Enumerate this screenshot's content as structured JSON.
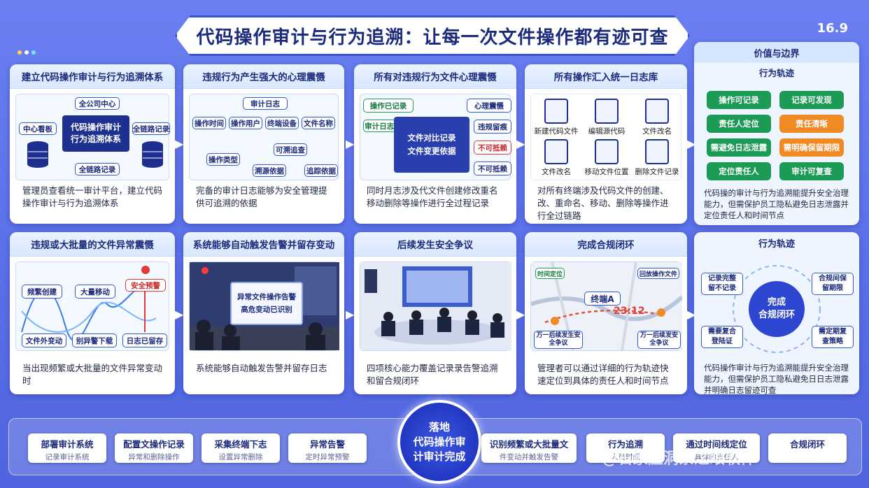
{
  "title": "代码操作审计与行为追溯：让每一次文件操作都有迹可查",
  "badge": "16.9",
  "cards": [
    {
      "title": "建立代码操作审计与行为追溯体系",
      "desc": "管理员查看统一审计平台，建立代码操作审计与行为追溯体系",
      "vis": {
        "center": "代码操作审计\n行为追溯体系",
        "top": "全公司中心",
        "left": "中心看板",
        "right": "全链路记录",
        "bottom": "全链路记录"
      }
    },
    {
      "title": "违规行为产生强大的心理震慑",
      "desc": "完备的审计日志能够为安全管理提供可追溯的依据",
      "vis": {
        "nodes": [
          "审计日志",
          "操作时间",
          "操作用户",
          "终端设备",
          "文件名称",
          "可溯追查",
          "操作类型",
          "溯源依据",
          "追踪依据"
        ]
      }
    },
    {
      "title": "所有对违规行为文件心理震慑",
      "desc": "同时月志涉及代文件创建修改重名移动删除等操作进行全过程记录",
      "vis": {
        "tag1": "操作已记录",
        "tag2": "审计日志已保存",
        "box": "文件对比记录\n文件变更依据",
        "r1": "心理震慑",
        "r2": "违规留痕",
        "r3": "不可抵赖",
        "r4": "不可抵赖"
      }
    },
    {
      "title": "所有操作汇入统一日志库",
      "desc": "对所有终端涉及代码文件的创建、改、重命名、移动、删除等操作进行全过链路",
      "vis": {
        "icons": [
          "新建代码文件",
          "编辑源代码",
          "文件改名",
          "文件改名",
          "移动文件位置",
          "删除文件记录"
        ]
      }
    },
    {
      "title": "违规或大批量的文件异常震慑",
      "desc": "当出现频繁或大批量的文件异常变动时",
      "vis": {
        "alert": "安全预警",
        "n1": "频繁创建",
        "n2": "大量移动",
        "n3": "文件外变动",
        "n4": "别异警下载",
        "n5": "日志已留存"
      }
    },
    {
      "title": "系统能够自动触发告警并留存变动",
      "desc": "系统能够自动触发告警并留存日志",
      "vis": {
        "screen": "异常文件操作告警\n高危变动已识别"
      }
    },
    {
      "title": "后续发生安全争议",
      "desc": "四项核心能力覆盖记录录告警追溯和留合规闭环",
      "vis": {}
    },
    {
      "title": "完成合规闭环",
      "desc": "管理者可以通过详细的行为轨迹快速定位到具体的责任人和时间节点",
      "vis": {
        "t1": "终端A",
        "time": "23:12",
        "b1": "万一后续发生安全争议",
        "b2": "万一后续发安全争议",
        "tl": "时间定位",
        "tr": "回放操作文件"
      }
    }
  ],
  "right_top": {
    "title": "价值与边界",
    "subtitle": "行为轨迹",
    "tags": [
      {
        "label": "操作可记录",
        "color": "g"
      },
      {
        "label": "记录可发现",
        "color": "g"
      },
      {
        "label": "责任人定位",
        "color": "g"
      },
      {
        "label": "责任清晰",
        "color": "o"
      },
      {
        "label": "需避免日志泄露",
        "color": "g"
      },
      {
        "label": "需明确保留期限",
        "color": "o"
      },
      {
        "label": "定位责任人",
        "color": "g"
      },
      {
        "label": "审计可复查",
        "color": "g"
      }
    ],
    "desc": "代码操的审计与行为追溯能提升安全治理能力，但需保护员工隐私避免日志泄露并定位责任人和时间节点"
  },
  "right_bottom": {
    "title": "行为轨迹",
    "center": "完成\n合规闭环",
    "n1": "记录完整\n留不记录",
    "n2": "合规间保\n留期限",
    "n3": "需要复合\n登陆证",
    "n4": "需定期复\n查策略",
    "desc": "代码操作审计与行为追溯能提升安全治理能力，但需保护员工隐私避免日日志泄露并明确日志留迹可查"
  },
  "bottom": {
    "center": "落地\n代码操作审\n计审计完成",
    "steps": [
      {
        "t": "部署审计系统",
        "s": "记录审计系统"
      },
      {
        "t": "配置文操作记录",
        "s": "异常和删除操作"
      },
      {
        "t": "采集终端下志",
        "s": "设置异常删除"
      },
      {
        "t": "异常告警",
        "s": "定时异常预警"
      },
      {
        "t": "识别频繁或大批量文",
        "s": "件变动并触发告警"
      },
      {
        "t": "行为追溯",
        "s": "人员时间"
      },
      {
        "t": "通过时间线定位",
        "s": "具体的责任人"
      },
      {
        "t": "合规闭环",
        "s": ""
      }
    ]
  },
  "watermark": "@石家庄洞察之眼软件",
  "colors": {
    "primary": "#1d2f8f",
    "accent": "#2f5bd4",
    "green": "#1c9b57",
    "orange": "#f08a24",
    "red": "#e03a3a"
  }
}
